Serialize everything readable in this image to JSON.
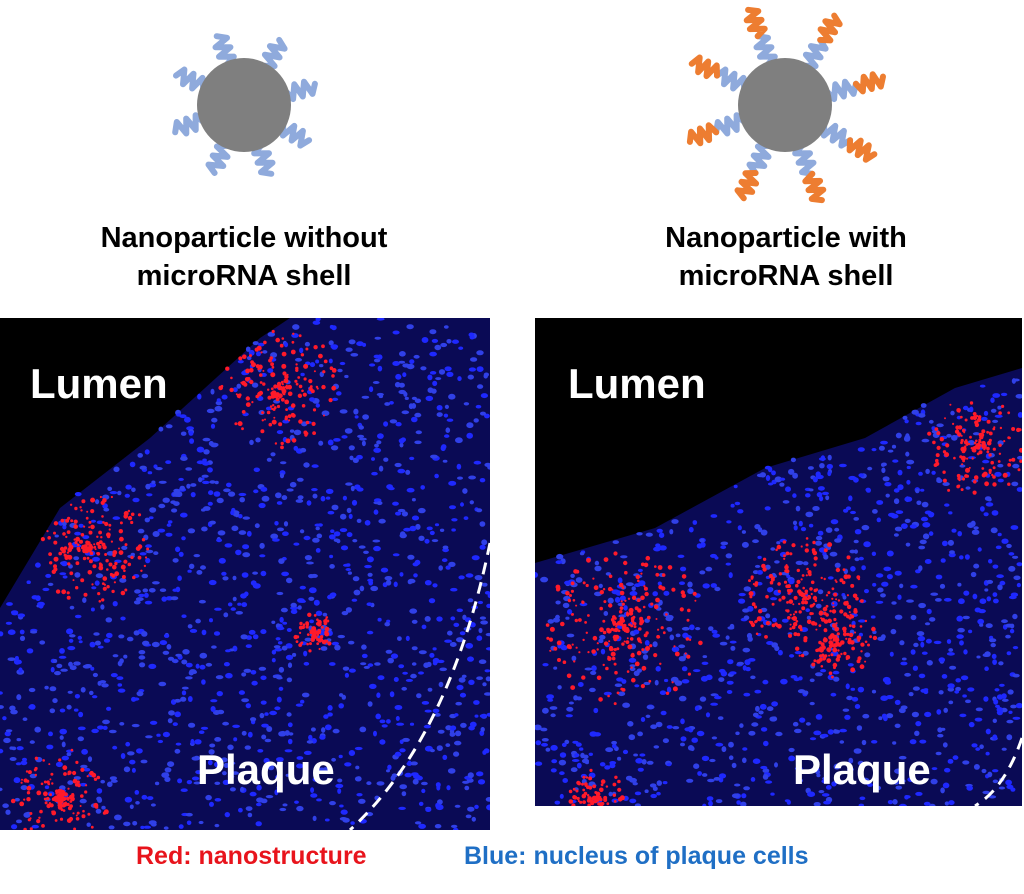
{
  "colors": {
    "core": "#7f7f7f",
    "shell_inner": "#8faadc",
    "shell_outer": "#ed7d31",
    "red": "#e8141c",
    "blue": "#1f6fc5"
  },
  "panels": [
    {
      "caption_line1": "Nanoparticle without",
      "caption_line2": "microRNA shell",
      "lumen_label": "Lumen",
      "plaque_label": "Plaque",
      "has_microrna_shell": false
    },
    {
      "caption_line1": "Nanoparticle with",
      "caption_line2": "microRNA shell",
      "lumen_label": "Lumen",
      "plaque_label": "Plaque",
      "has_microrna_shell": true
    }
  ],
  "legend": {
    "red": "Red: nanostructure",
    "blue": "Blue: nucleus of plaque cells"
  }
}
